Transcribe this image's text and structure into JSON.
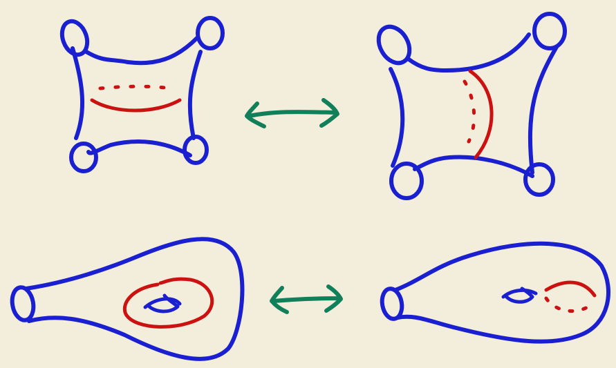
{
  "colors": {
    "paper": "#f3eedb",
    "surface_outline": "#1a1fd0",
    "curve": "#cc1111",
    "arrow": "#11805a"
  },
  "panels": [
    {
      "id": "four-holed-sphere-horizontal-curve",
      "curve_orientation": "horizontal"
    },
    {
      "id": "four-holed-sphere-vertical-curve",
      "curve_orientation": "vertical"
    },
    {
      "id": "torus-one-boundary-curve-around-hole",
      "curve_orientation": "encircling"
    },
    {
      "id": "torus-one-boundary-curve-through-handle",
      "curve_orientation": "meridian"
    }
  ],
  "arrows": [
    {
      "id": "top-equivalence",
      "icon": "double-arrow"
    },
    {
      "id": "bottom-equivalence",
      "icon": "double-arrow"
    }
  ]
}
